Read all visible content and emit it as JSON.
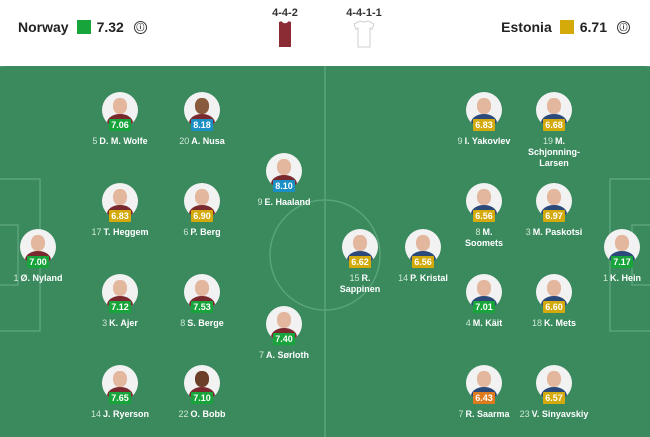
{
  "colors": {
    "green": "#17a43a",
    "yellow": "#d4a90a",
    "blue": "#1a8fc4",
    "orange": "#e07b1d",
    "pitch": "#3a8a5e"
  },
  "home": {
    "name": "Norway",
    "rating": "7.32",
    "rating_color": "#17a43a",
    "formation": "4-4-2"
  },
  "away": {
    "name": "Estonia",
    "rating": "6.71",
    "rating_color": "#d4a90a",
    "formation": "4-4-1-1"
  },
  "info_icon": "ⓘ",
  "players": [
    {
      "number": "5",
      "name": "D. M. Wolfe",
      "rating": "7.06",
      "rating_color": "#17a43a",
      "team": "home"
    },
    {
      "number": "20",
      "name": "A. Nusa",
      "rating": "8.18",
      "rating_color": "#1a8fc4",
      "team": "home"
    },
    {
      "number": "9",
      "name": "E. Haaland",
      "rating": "8.10",
      "rating_color": "#1a8fc4",
      "team": "home"
    },
    {
      "number": "17",
      "name": "T. Heggem",
      "rating": "6.83",
      "rating_color": "#d4a90a",
      "team": "home"
    },
    {
      "number": "6",
      "name": "P. Berg",
      "rating": "6.90",
      "rating_color": "#d4a90a",
      "team": "home"
    },
    {
      "number": "1",
      "name": "Ø. Nyland",
      "rating": "7.00",
      "rating_color": "#17a43a",
      "team": "home"
    },
    {
      "number": "3",
      "name": "K. Ajer",
      "rating": "7.12",
      "rating_color": "#17a43a",
      "team": "home"
    },
    {
      "number": "8",
      "name": "S. Berge",
      "rating": "7.53",
      "rating_color": "#17a43a",
      "team": "home"
    },
    {
      "number": "7",
      "name": "A. Sørloth",
      "rating": "7.40",
      "rating_color": "#17a43a",
      "team": "home"
    },
    {
      "number": "14",
      "name": "J. Ryerson",
      "rating": "7.65",
      "rating_color": "#17a43a",
      "team": "home"
    },
    {
      "number": "22",
      "name": "O. Bobb",
      "rating": "7.10",
      "rating_color": "#17a43a",
      "team": "home"
    },
    {
      "number": "9",
      "name": "I. Yakovlev",
      "rating": "6.83",
      "rating_color": "#d4a90a",
      "team": "away"
    },
    {
      "number": "19",
      "name": "M. Schjonning-Larsen",
      "rating": "6.68",
      "rating_color": "#d4a90a",
      "team": "away"
    },
    {
      "number": "8",
      "name": "M. Soomets",
      "rating": "6.56",
      "rating_color": "#d4a90a",
      "team": "away"
    },
    {
      "number": "3",
      "name": "M. Paskotsi",
      "rating": "6.97",
      "rating_color": "#d4a90a",
      "team": "away"
    },
    {
      "number": "15",
      "name": "R. Sappinen",
      "rating": "6.62",
      "rating_color": "#d4a90a",
      "team": "away"
    },
    {
      "number": "14",
      "name": "P. Kristal",
      "rating": "6.56",
      "rating_color": "#d4a90a",
      "team": "away"
    },
    {
      "number": "1",
      "name": "K. Hein",
      "rating": "7.17",
      "rating_color": "#17a43a",
      "team": "away"
    },
    {
      "number": "4",
      "name": "M. Käit",
      "rating": "7.01",
      "rating_color": "#17a43a",
      "team": "away"
    },
    {
      "number": "18",
      "name": "K. Mets",
      "rating": "6.60",
      "rating_color": "#d4a90a",
      "team": "away"
    },
    {
      "number": "7",
      "name": "R. Saarma",
      "rating": "6.43",
      "rating_color": "#e07b1d",
      "team": "away"
    },
    {
      "number": "23",
      "name": "V. Sinyavskiy",
      "rating": "6.57",
      "rating_color": "#d4a90a",
      "team": "away"
    }
  ]
}
